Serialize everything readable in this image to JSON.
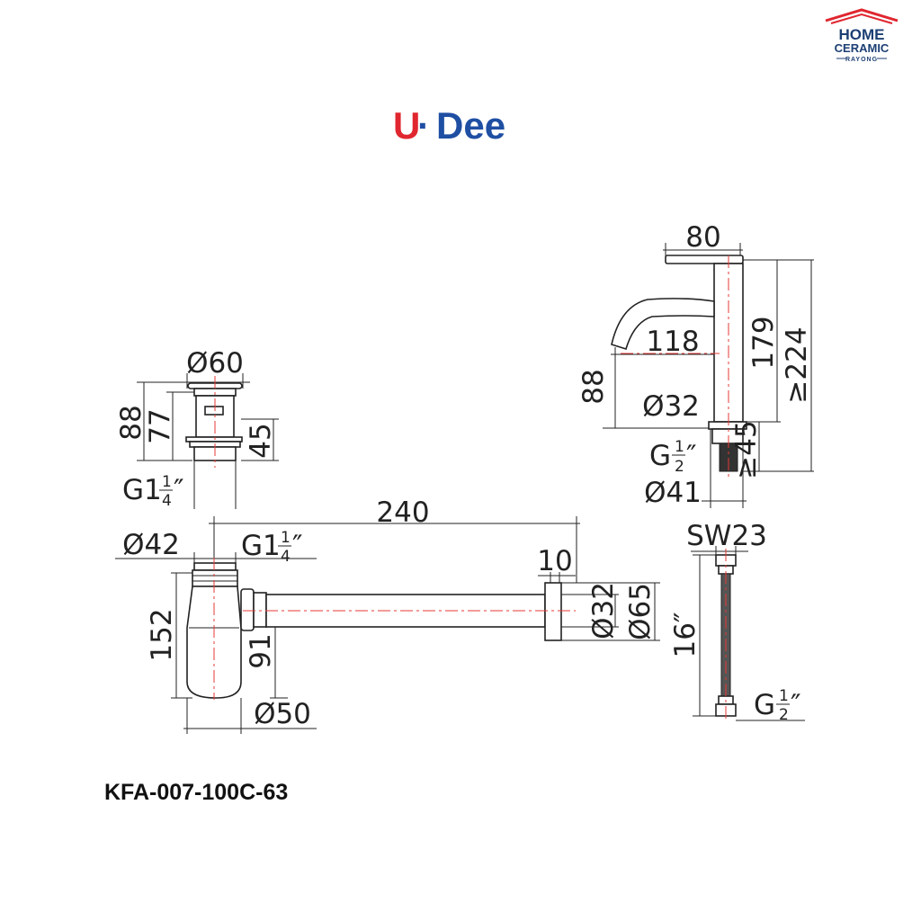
{
  "brand": {
    "logo_text_u": "U",
    "logo_text_dot": "·",
    "logo_text_dee": "Dee",
    "colors": {
      "red": "#e0262f",
      "blue": "#1f4fa3",
      "navy": "#1c3f74"
    }
  },
  "dealer": {
    "line1": "HOME",
    "line2": "CERAMIC",
    "line3": "RAYONG"
  },
  "model_code": "KFA-007-100C-63",
  "drain": {
    "diameter_top": "Ø60",
    "height_total": "88",
    "height_body": "77",
    "height_thread": "45",
    "thread_main": "G1",
    "thread_num": "1",
    "thread_den": "4",
    "thread_mark": "″"
  },
  "faucet": {
    "width": "80",
    "spout_reach": "118",
    "body_height": "179",
    "total_height": "≥224",
    "spout_height": "88",
    "body_diameter": "Ø32",
    "shank_length": "≥45",
    "base_diameter": "Ø41",
    "thread_main": "G",
    "thread_num": "1",
    "thread_den": "2",
    "thread_mark": "″"
  },
  "bottle_trap": {
    "length": "240",
    "top_diameter": "Ø42",
    "thread_main": "G1",
    "thread_num": "1",
    "thread_den": "4",
    "thread_mark": "″",
    "flange_thickness": "10",
    "pipe_diameter": "Ø32",
    "flange_diameter": "Ø65",
    "height": "152",
    "outlet_height": "91",
    "body_diameter": "Ø50"
  },
  "hose": {
    "wrench_size": "SW23",
    "length": "16″",
    "thread_main": "G",
    "thread_num": "1",
    "thread_den": "2",
    "thread_mark": "″"
  }
}
